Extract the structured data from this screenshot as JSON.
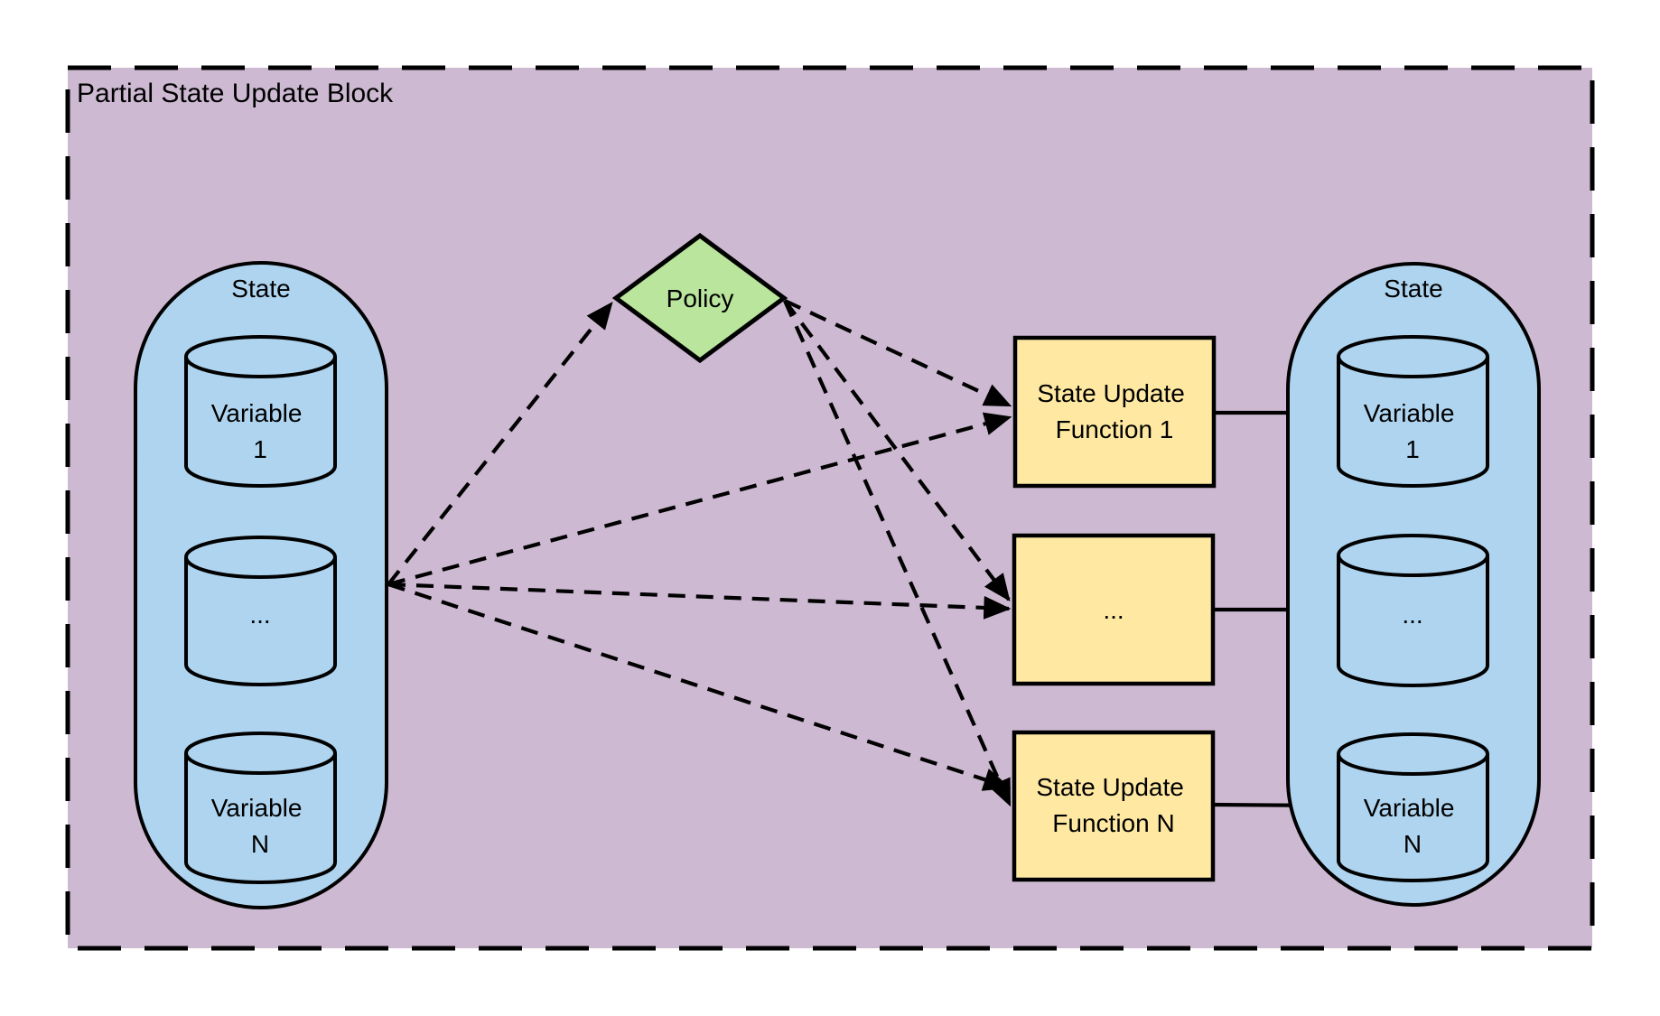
{
  "title": "Partial State Update Block",
  "colors": {
    "block_fill": "#cdbad2",
    "state_fill": "#aed4ef",
    "policy_fill": "#bae59d",
    "function_fill": "#ffe9a2",
    "stroke": "#000000"
  },
  "left_state": {
    "title": "State",
    "variables": [
      {
        "line1": "Variable",
        "line2": "1"
      },
      {
        "line1": "..."
      },
      {
        "line1": "Variable",
        "line2": "N"
      }
    ]
  },
  "policy": {
    "label": "Policy"
  },
  "update_functions": [
    {
      "line1": "State Update",
      "line2": "Function 1"
    },
    {
      "line1": "..."
    },
    {
      "line1": "State Update",
      "line2": "Function N"
    }
  ],
  "right_state": {
    "title": "State",
    "variables": [
      {
        "line1": "Variable",
        "line2": "1"
      },
      {
        "line1": "..."
      },
      {
        "line1": "Variable",
        "line2": "N"
      }
    ]
  }
}
